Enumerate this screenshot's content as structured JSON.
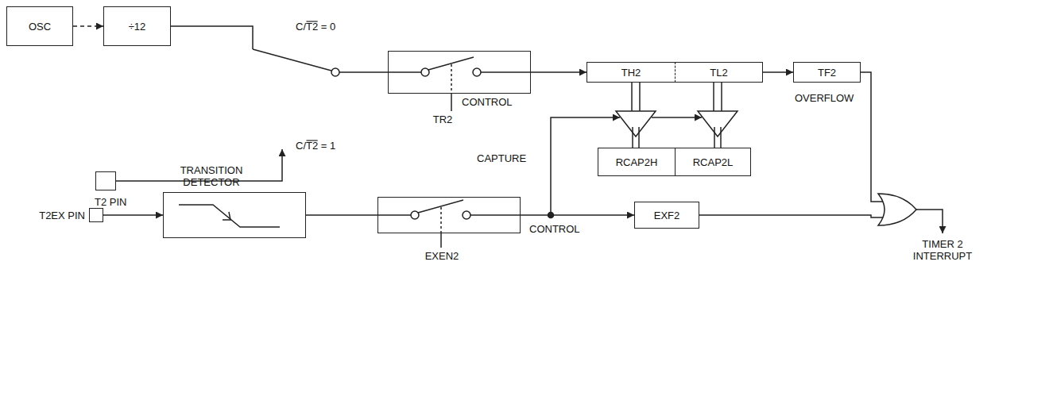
{
  "diagram": {
    "nodes": [
      {
        "text": [
          "OSC"
        ]
      },
      {
        "text": [
          "÷12"
        ]
      },
      {
        "text": [
          "TR2",
          "CONTROL"
        ]
      },
      {
        "text": [
          "TH2"
        ]
      },
      {
        "text": [
          "TL2"
        ]
      },
      {
        "text": [
          "TF2"
        ]
      },
      {
        "text": [
          "RCAP2H"
        ]
      },
      {
        "text": [
          "RCAP2L"
        ]
      },
      {
        "text": [
          "T2 PIN"
        ]
      },
      {
        "text": [
          "TRANSITION DETECTOR"
        ]
      },
      {
        "text": [
          "T2EX PIN"
        ]
      },
      {
        "text": [
          "EXEN2",
          "CONTROL"
        ]
      },
      {
        "text": [
          "EXF2"
        ]
      }
    ],
    "edges": [
      {
        "from": 0,
        "to": 1,
        "arrow": "to"
      },
      {
        "from": 2,
        "to": 3,
        "arrow": "to"
      },
      {
        "from": 4,
        "to": 5,
        "arrow": "to"
      },
      {
        "from": 10,
        "to": 9,
        "arrow": "to"
      },
      {
        "from": 9,
        "to": 11,
        "arrow": "none"
      },
      {
        "from": 11,
        "to": 12,
        "arrow": "to"
      }
    ],
    "labels": [
      "C/T2 = 0",
      "C/T2 = 1",
      "CAPTURE",
      "OVERFLOW",
      "TIMER 2 INTERRUPT"
    ]
  }
}
